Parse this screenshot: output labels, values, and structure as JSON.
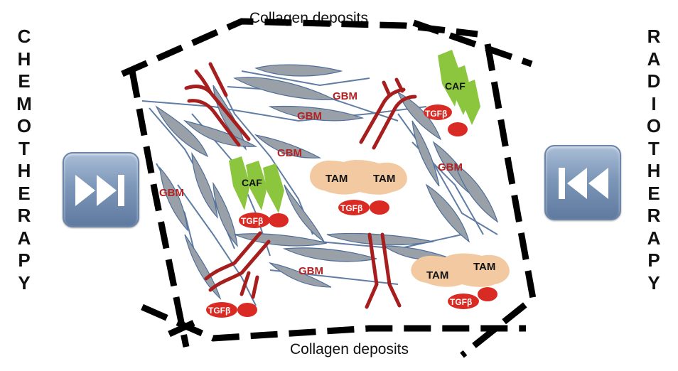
{
  "left_label": [
    "C",
    "H",
    "E",
    "M",
    "O",
    "T",
    "H",
    "E",
    "R",
    "A",
    "P",
    "Y"
  ],
  "right_label": [
    "R",
    "A",
    "D",
    "I",
    "O",
    "T",
    "H",
    "E",
    "R",
    "A",
    "P",
    "Y"
  ],
  "collagen_top": "Collagen deposits",
  "collagen_bottom": "Collagen deposits",
  "icons": {
    "left_button": "fast-forward-icon",
    "right_button": "fast-rewind-icon"
  },
  "labels": {
    "gbm": "GBM",
    "tam": "TAM",
    "caf": "CAF",
    "tgfb": "TGFβ"
  },
  "colors": {
    "gbm_cell": "#9aa0a8",
    "gbm_text": "#b22222",
    "vessel": "#a61e1e",
    "fiber": "#4f6f9b",
    "tam": "#f2c9a0",
    "caf": "#8cc63f",
    "tgfb": "#d92b24",
    "button": "#7d97b9"
  }
}
